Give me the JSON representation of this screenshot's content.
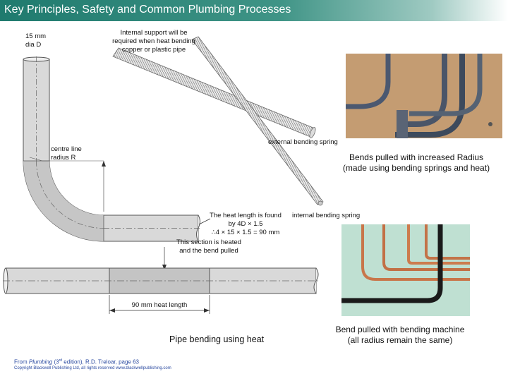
{
  "header": {
    "title": "Key Principles, Safety and Common Plumbing Processes"
  },
  "diagram": {
    "pipe_dia_label_line1": "15 mm",
    "pipe_dia_label_line2": "dia D",
    "internal_support_line1": "Internal support will be",
    "internal_support_line2": "required when heat bending",
    "internal_support_line3": "copper or plastic pipe",
    "external_spring_label": "external bending spring",
    "centre_line_line1": "centre line",
    "centre_line_line2": "radius R",
    "heat_length_line1": "The heat length is found",
    "heat_length_line2": "by 4D × 1.5",
    "heat_length_line3": "∴4 × 15 × 1.5 = 90 mm",
    "internal_spring_label": "internal bending spring",
    "heated_section_line1": "This section is heated",
    "heated_section_line2": "and the bend pulled",
    "heat_length_dim": "90 mm heat length",
    "caption": "Pipe bending using heat"
  },
  "photos": {
    "top_caption_line1": "Bends pulled with increased Radius",
    "top_caption_line2": "(made using bending springs and heat)",
    "bottom_caption_line1": "Bend pulled with bending machine",
    "bottom_caption_line2": "(all radius remain the same)"
  },
  "footer": {
    "source_prefix": "From ",
    "source_book": "Plumbing",
    "source_edition": " (3",
    "source_sup": "rd",
    "source_rest": " edition), R.D. Treloar, page 63",
    "copyright": "Copyright Blackwell Publishing Ltd, all rights reserved  www.blackwellpublishing.com"
  },
  "colors": {
    "title_bar": "#1f7a6e",
    "pipe_fill": "#d9d9d9",
    "heated_fill": "#c4c4c4",
    "credit_text": "#2b4aa0"
  }
}
